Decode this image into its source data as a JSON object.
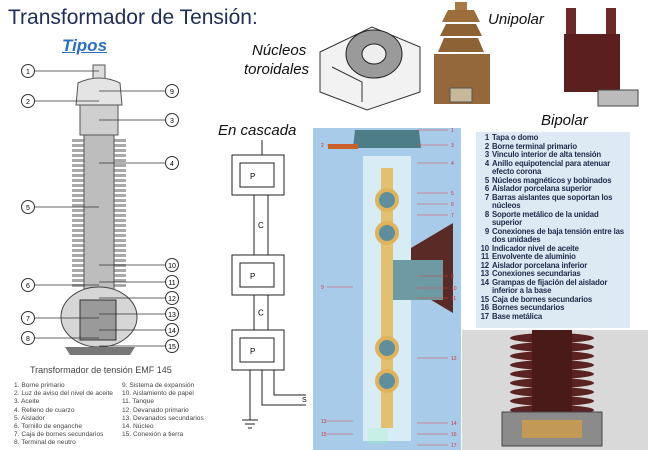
{
  "title": "Transformador de Tensión:",
  "subtitle": "Tipos",
  "labels": {
    "toroidal_1": "Núcleos",
    "toroidal_2": "toroidales",
    "unipolar": "Unipolar",
    "bipolar": "Bipolar",
    "cascade": "En cascada"
  },
  "emf": {
    "caption": "Transformador de tensión EMF 145",
    "col1": [
      "1. Borne primario",
      "2. Luz de aviso del nivel de aceite",
      "3. Aceite",
      "4. Relleno de cuarzo",
      "5. Aislador",
      "6. Tornillo de enganche",
      "7. Caja de bornes secundarios",
      "8. Terminal de neutro"
    ],
    "col2": [
      "9. Sistema de expansión",
      "10. Aislamiento de papel",
      "11. Tanque",
      "12. Devanado primario",
      "13. Devanados secundarios",
      "14. Núcleo",
      "15. Conexión a tierra"
    ],
    "callouts": [
      "1",
      "2",
      "3",
      "4",
      "5",
      "6",
      "7",
      "8",
      "9",
      "10",
      "11",
      "12",
      "13",
      "14",
      "15"
    ]
  },
  "cascade": {
    "p": "P",
    "c": "C",
    "s": "S"
  },
  "bipolar_callouts": [
    "1",
    "2",
    "3",
    "4",
    "5",
    "6",
    "7",
    "8",
    "9",
    "10",
    "11",
    "12",
    "13",
    "14",
    "15",
    "16",
    "17"
  ],
  "bipolar_list": [
    {
      "n": "1",
      "t": "Tapa o domo"
    },
    {
      "n": "2",
      "t": "Borne terminal primario"
    },
    {
      "n": "3",
      "t": "Vinculo interior de alta tensión"
    },
    {
      "n": "4",
      "t": "Anillo equipotencial para atenuar efecto corona"
    },
    {
      "n": "5",
      "t": "Núcleos magnéticos y bobinados"
    },
    {
      "n": "6",
      "t": "Aislador porcelana superior"
    },
    {
      "n": "7",
      "t": "Barras aislantes que soportan los núcleos"
    },
    {
      "n": "8",
      "t": "Soporte metálico de la unidad superior"
    },
    {
      "n": "9",
      "t": "Conexiones de baja tensión entre las dos unidades"
    },
    {
      "n": "10",
      "t": "Indicador nivel de aceite"
    },
    {
      "n": "11",
      "t": "Envolvente de aluminio"
    },
    {
      "n": "12",
      "t": "Aislador porcelana inferior"
    },
    {
      "n": "13",
      "t": "Conexiones secundarias"
    },
    {
      "n": "14",
      "t": "Grampas de fijación del aislador inferior a la base"
    },
    {
      "n": "15",
      "t": "Caja de bornes secundarios"
    },
    {
      "n": "16",
      "t": "Bornes secundarios"
    },
    {
      "n": "17",
      "t": "Base metálica"
    }
  ]
}
